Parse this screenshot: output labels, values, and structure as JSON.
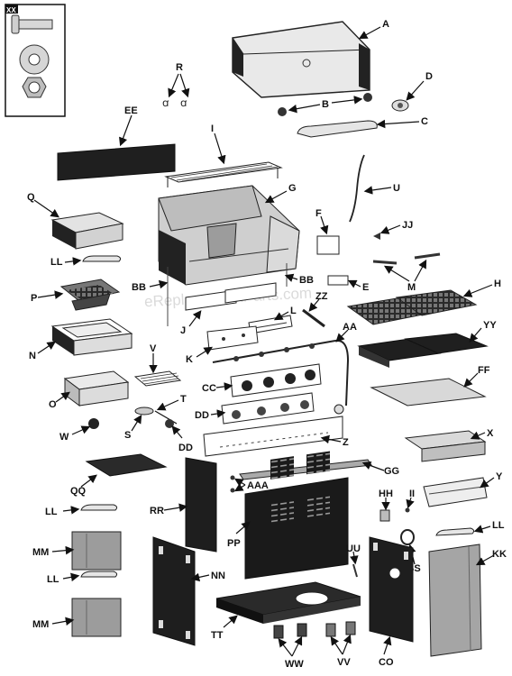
{
  "watermark": "eReplacementParts.com",
  "callouts": {
    "XX": "XX",
    "A": "A",
    "B": "B",
    "C": "C",
    "D": "D",
    "R": "R",
    "EE": "EE",
    "I": "I",
    "U": "U",
    "G": "G",
    "Q": "Q",
    "F": "F",
    "JJ": "JJ",
    "LL1": "LL",
    "M": "M",
    "BB1": "BB",
    "BB2": "BB",
    "E": "E",
    "H": "H",
    "P": "P",
    "ZZ": "ZZ",
    "J": "J",
    "L": "L",
    "N": "N",
    "AA": "AA",
    "YY": "YY",
    "K": "K",
    "V": "V",
    "CC": "CC",
    "FF": "FF",
    "O": "O",
    "T": "T",
    "DD1": "DD",
    "W": "W",
    "S": "S",
    "DD2": "DD",
    "Z": "Z",
    "X": "X",
    "GG": "GG",
    "QQ": "QQ",
    "AAA": "AAA",
    "RR": "RR",
    "LL2": "LL",
    "HH": "HH",
    "II": "II",
    "Y": "Y",
    "PP": "PP",
    "LL3": "LL",
    "MM1": "MM",
    "SS": "SS",
    "UU": "UU",
    "KK": "KK",
    "LL4": "LL",
    "NN": "NN",
    "MM2": "MM",
    "TT": "TT",
    "CO": "CO",
    "WW": "WW",
    "VV": "VV"
  }
}
